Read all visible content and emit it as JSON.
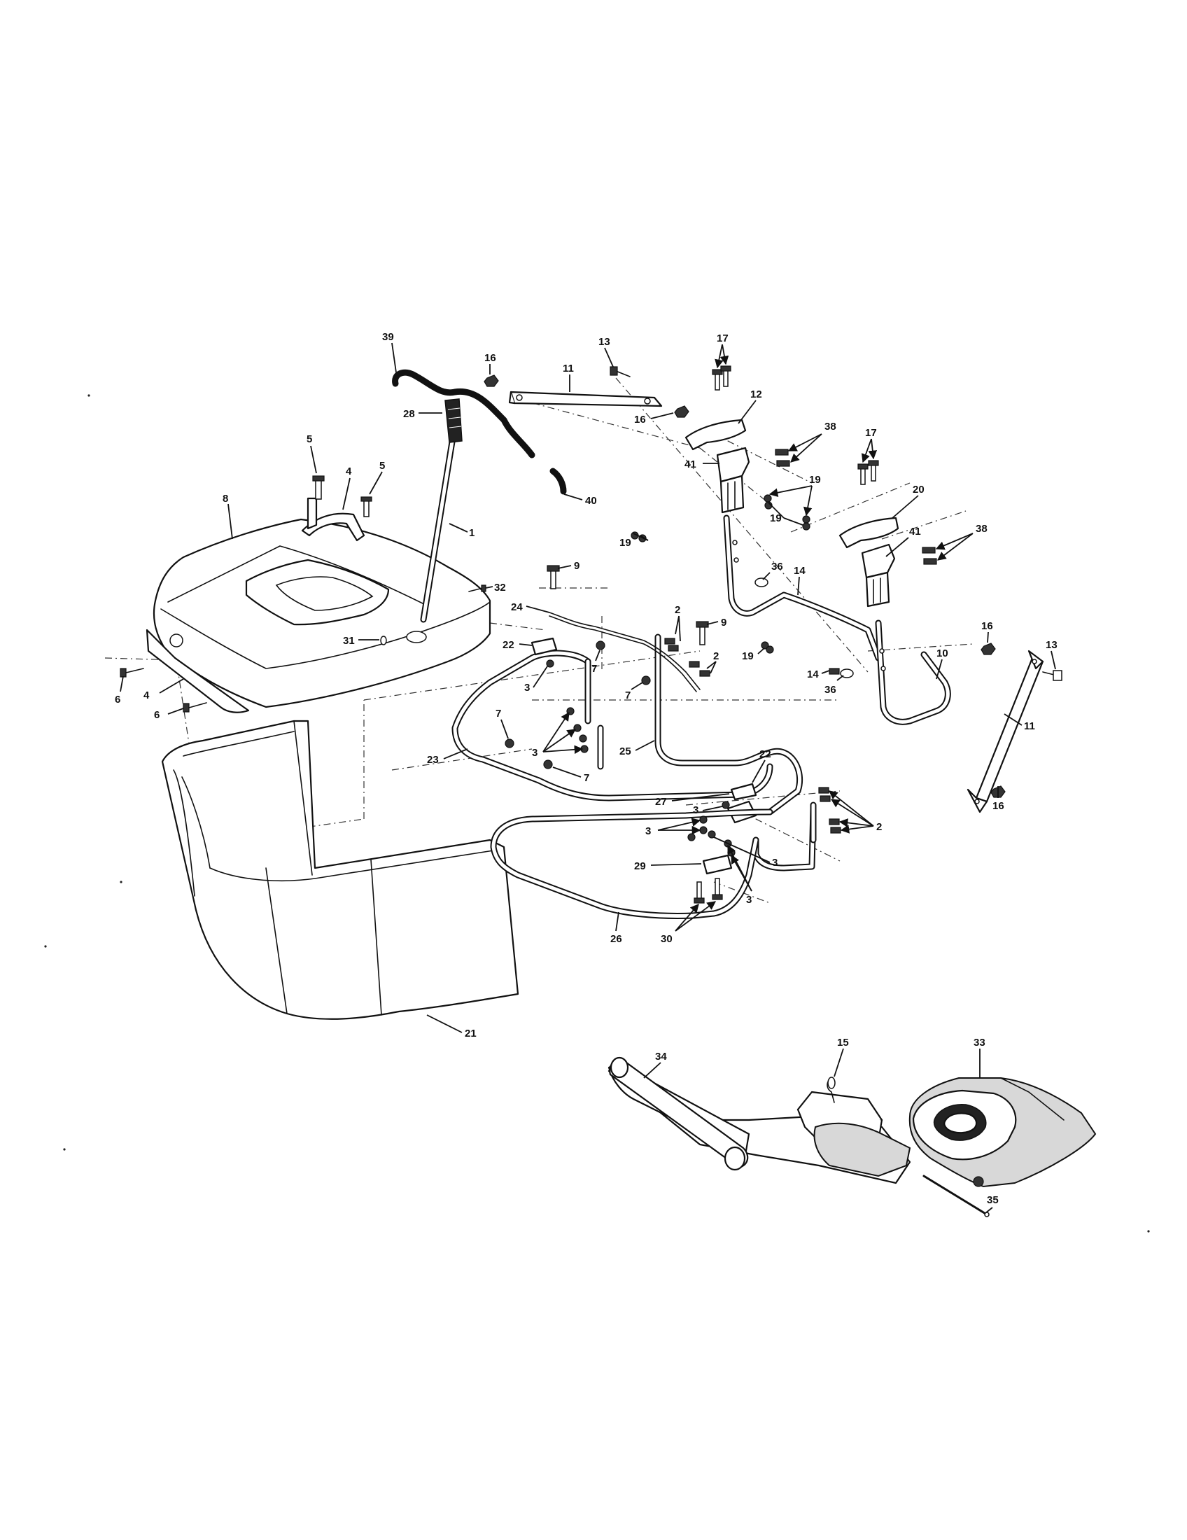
{
  "diagram": {
    "callouts": [
      "1",
      "2",
      "3",
      "4",
      "5",
      "6",
      "7",
      "8",
      "9",
      "10",
      "11",
      "12",
      "13",
      "14",
      "15",
      "16",
      "17",
      "19",
      "20",
      "21",
      "22",
      "23",
      "24",
      "25",
      "26",
      "27",
      "28",
      "29",
      "30",
      "31",
      "32",
      "33",
      "34",
      "35",
      "36",
      "38",
      "39",
      "40",
      "41"
    ]
  }
}
